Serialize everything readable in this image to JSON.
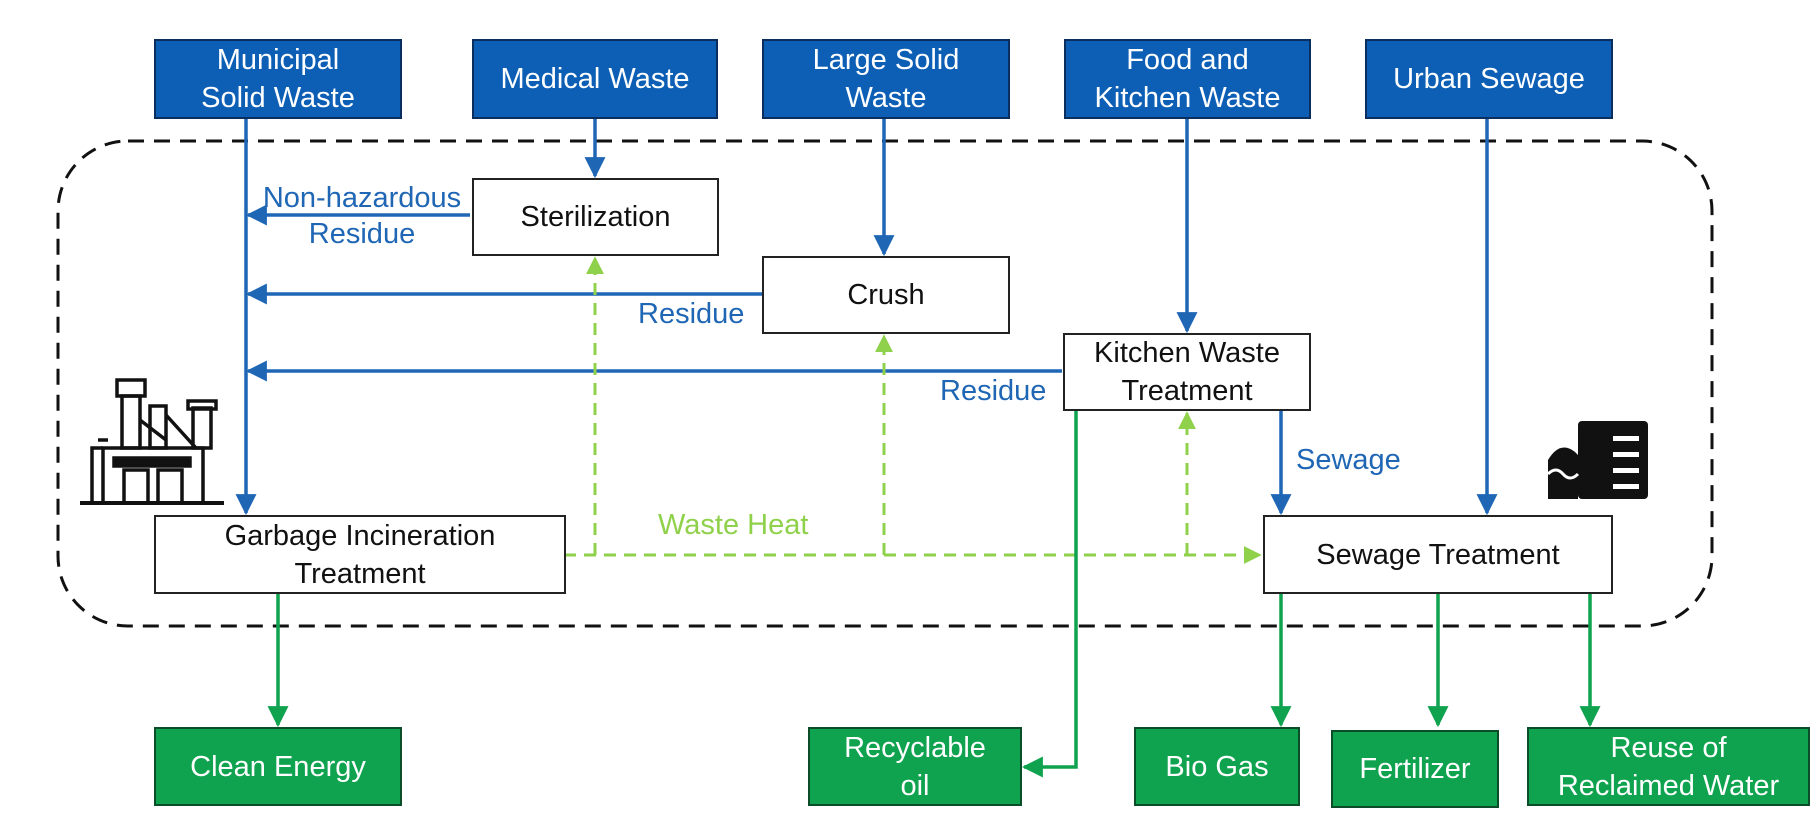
{
  "sources": {
    "municipal_solid_waste": "Municipal\nSolid Waste",
    "medical_waste": "Medical Waste",
    "large_solid_waste": "Large Solid\nWaste",
    "food_and_kitchen_waste": "Food and\nKitchen Waste",
    "urban_sewage": "Urban Sewage"
  },
  "processes": {
    "sterilization": "Sterilization",
    "crush": "Crush",
    "kitchen_waste_treatment": "Kitchen Waste\nTreatment",
    "garbage_incineration_treatment": "Garbage Incineration\nTreatment",
    "sewage_treatment": "Sewage Treatment"
  },
  "outputs": {
    "clean_energy": "Clean Energy",
    "recyclable_oil": "Recyclable\noil",
    "bio_gas": "Bio Gas",
    "fertilizer": "Fertilizer",
    "reuse_of_reclaimed_water": "Reuse of\nReclaimed Water"
  },
  "flow_labels": {
    "non_hazardous_residue": "Non-hazardous\nResidue",
    "residue_crush": "Residue",
    "residue_kitchen": "Residue",
    "sewage": "Sewage",
    "waste_heat": "Waste Heat"
  },
  "colors": {
    "source_fill": "#0d5fb5",
    "process_fill": "#ffffff",
    "output_fill": "#0fa34f",
    "blue_flow": "#1f66b5",
    "green_flow": "#0fa34f",
    "heat_flow": "#8fd14a",
    "boundary": "#111111"
  },
  "icons": {
    "incineration_plant": "factory-icon",
    "sewage_plant": "water-treatment-plant-icon"
  }
}
